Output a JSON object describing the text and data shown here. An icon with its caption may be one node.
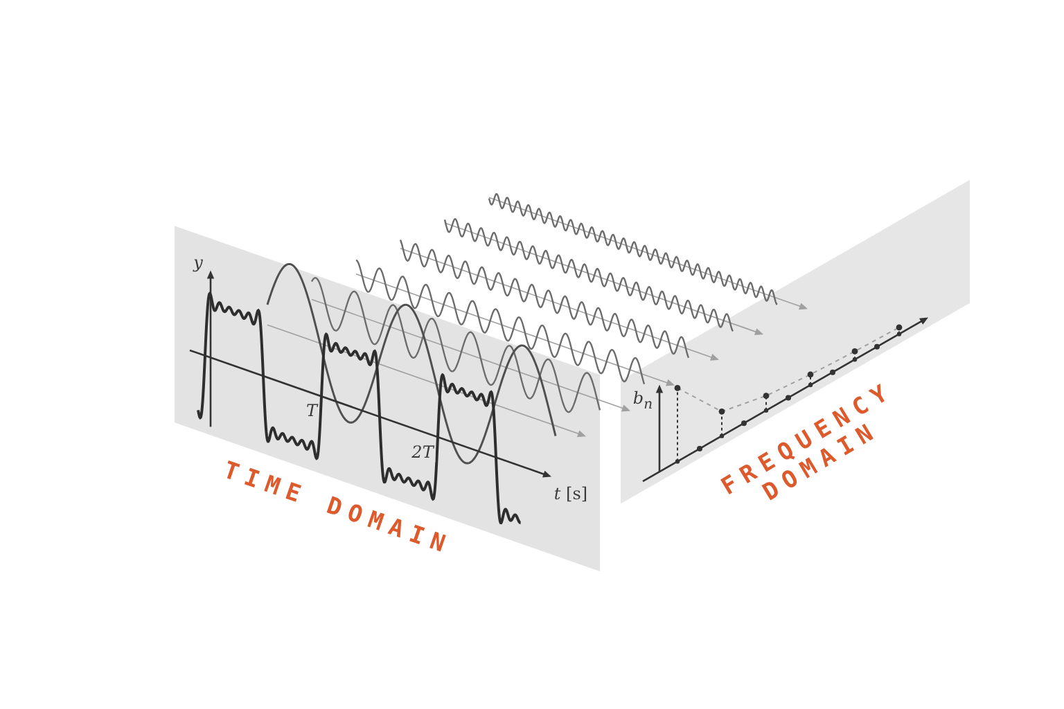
{
  "diagram": {
    "labels": [
      "y",
      "T",
      "2T",
      "*t* [s]",
      "TIME DOMAIN",
      "b$_{n}$",
      "FREQUENCY DOMAIN"
    ]
  }
}
